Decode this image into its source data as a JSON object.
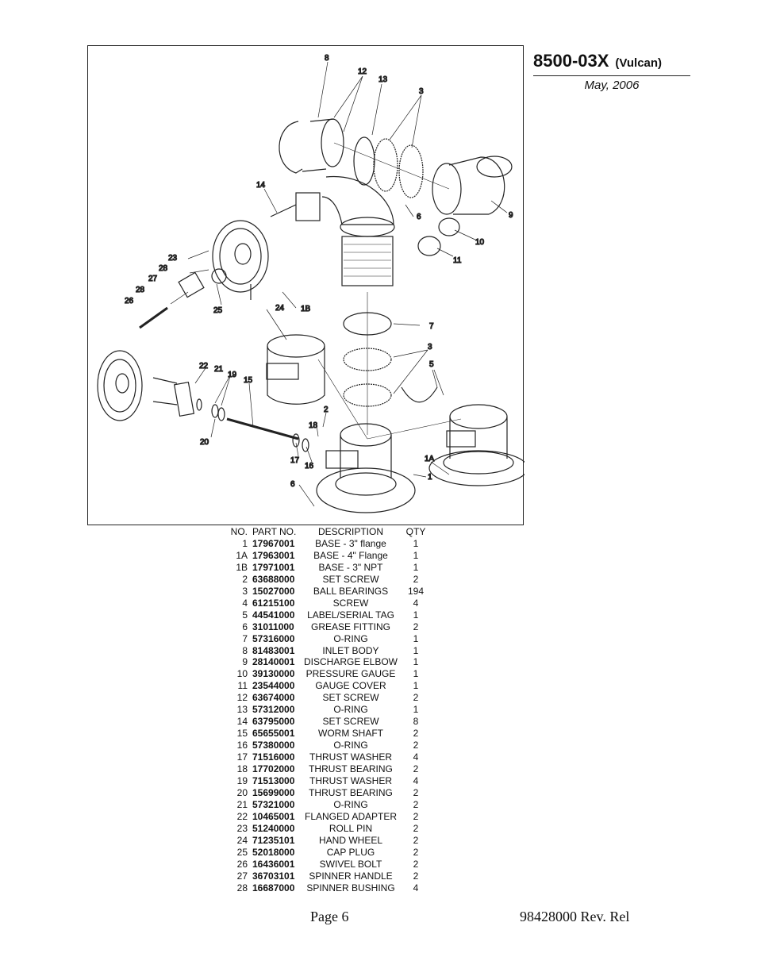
{
  "header": {
    "model": "8500-03X",
    "model_sub": "(Vulcan)",
    "date": "May, 2006"
  },
  "diagram": {
    "callouts": [
      "8",
      "12",
      "13",
      "3",
      "14",
      "6",
      "9",
      "10",
      "11",
      "23",
      "28",
      "27",
      "28",
      "26",
      "25",
      "24",
      "1B",
      "7",
      "3",
      "5",
      "22",
      "21",
      "19",
      "15",
      "20",
      "2",
      "18",
      "17",
      "16",
      "6",
      "1A",
      "1"
    ]
  },
  "table": {
    "headers": [
      "NO.",
      "PART NO.",
      "DESCRIPTION",
      "QTY"
    ],
    "rows": [
      [
        "1",
        "17967001",
        "BASE - 3\" flange",
        "1"
      ],
      [
        "1A",
        "17963001",
        "BASE - 4\" Flange",
        "1"
      ],
      [
        "1B",
        "17971001",
        "BASE - 3\" NPT",
        "1"
      ],
      [
        "2",
        "63688000",
        "SET SCREW",
        "2"
      ],
      [
        "3",
        "15027000",
        "BALL BEARINGS",
        "194"
      ],
      [
        "4",
        "61215100",
        "SCREW",
        "4"
      ],
      [
        "5",
        "44541000",
        "LABEL/SERIAL TAG",
        "1"
      ],
      [
        "6",
        "31011000",
        "GREASE FITTING",
        "2"
      ],
      [
        "7",
        "57316000",
        "O-RING",
        "1"
      ],
      [
        "8",
        "81483001",
        "INLET BODY",
        "1"
      ],
      [
        "9",
        "28140001",
        "DISCHARGE ELBOW",
        "1"
      ],
      [
        "10",
        "39130000",
        "PRESSURE GAUGE",
        "1"
      ],
      [
        "11",
        "23544000",
        "GAUGE COVER",
        "1"
      ],
      [
        "12",
        "63674000",
        "SET SCREW",
        "2"
      ],
      [
        "13",
        "57312000",
        "O-RING",
        "1"
      ],
      [
        "14",
        "63795000",
        "SET SCREW",
        "8"
      ],
      [
        "15",
        "65655001",
        "WORM SHAFT",
        "2"
      ],
      [
        "16",
        "57380000",
        "O-RING",
        "2"
      ],
      [
        "17",
        "71516000",
        "THRUST WASHER",
        "4"
      ],
      [
        "18",
        "17702000",
        "THRUST BEARING",
        "2"
      ],
      [
        "19",
        "71513000",
        "THRUST WASHER",
        "4"
      ],
      [
        "20",
        "15699000",
        "THRUST BEARING",
        "2"
      ],
      [
        "21",
        "57321000",
        "O-RING",
        "2"
      ],
      [
        "22",
        "10465001",
        "FLANGED ADAPTER",
        "2"
      ],
      [
        "23",
        "51240000",
        "ROLL PIN",
        "2"
      ],
      [
        "24",
        "71235101",
        "HAND WHEEL",
        "2"
      ],
      [
        "25",
        "52018000",
        "CAP PLUG",
        "2"
      ],
      [
        "26",
        "16436001",
        "SWIVEL BOLT",
        "2"
      ],
      [
        "27",
        "36703101",
        "SPINNER HANDLE",
        "2"
      ],
      [
        "28",
        "16687000",
        "SPINNER BUSHING",
        "4"
      ]
    ]
  },
  "footer": {
    "page": "Page 6",
    "doc_rev": "98428000 Rev. Rel"
  }
}
